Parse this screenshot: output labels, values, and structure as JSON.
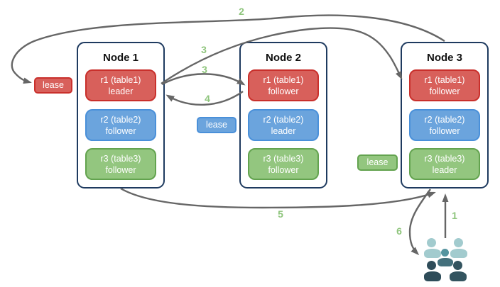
{
  "nodes": [
    {
      "title": "Node 1",
      "replicas": [
        {
          "name": "r1 (table1)",
          "role": "leader",
          "color": "red"
        },
        {
          "name": "r2 (table2)",
          "role": "follower",
          "color": "blue"
        },
        {
          "name": "r3 (table3)",
          "role": "follower",
          "color": "green"
        }
      ]
    },
    {
      "title": "Node 2",
      "replicas": [
        {
          "name": "r1 (table1)",
          "role": "follower",
          "color": "red"
        },
        {
          "name": "r2 (table2)",
          "role": "leader",
          "color": "blue"
        },
        {
          "name": "r3 (table3)",
          "role": "follower",
          "color": "green"
        }
      ]
    },
    {
      "title": "Node 3",
      "replicas": [
        {
          "name": "r1 (table1)",
          "role": "follower",
          "color": "red"
        },
        {
          "name": "r2 (table2)",
          "role": "follower",
          "color": "blue"
        },
        {
          "name": "r3 (table3)",
          "role": "leader",
          "color": "green"
        }
      ]
    }
  ],
  "leases": [
    {
      "label": "lease",
      "color": "red"
    },
    {
      "label": "lease",
      "color": "blue"
    },
    {
      "label": "lease",
      "color": "green"
    }
  ],
  "steps": {
    "s1": "1",
    "s2": "2",
    "s3a": "3",
    "s3b": "3",
    "s4": "4",
    "s5": "5",
    "s6": "6"
  },
  "icons": {
    "users": "users-group-icon"
  },
  "colors": {
    "replica_red": "#d8605b",
    "replica_red_border": "#c9302c",
    "replica_blue": "#6ba4dd",
    "replica_blue_border": "#4a90d9",
    "replica_green": "#93c67f",
    "replica_green_border": "#63a34f",
    "node_border": "#1e3a5f",
    "arrow_gray": "#666666",
    "step_label_green": "#8fc57d",
    "users_light": "#a2cbce",
    "users_mid_head": "#55949f",
    "users_mid_body": "#44707c",
    "users_dark_a": "#2e4c59",
    "users_dark_b": "#33545f"
  }
}
